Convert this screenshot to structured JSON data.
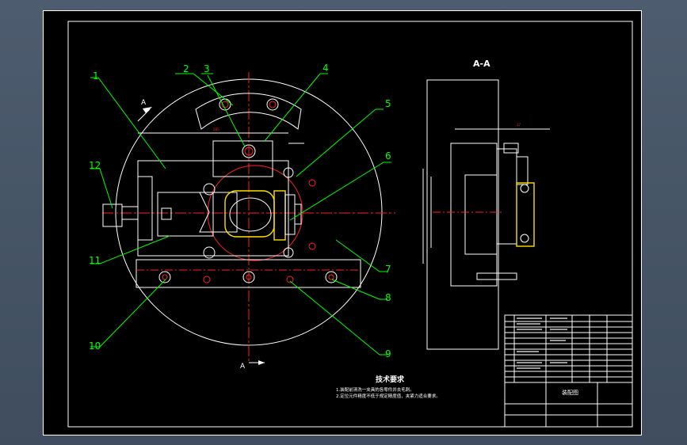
{
  "drawing": {
    "section_title": "A-A",
    "section_marks": [
      "A",
      "A"
    ],
    "balloons": [
      "1",
      "2",
      "3",
      "4",
      "5",
      "6",
      "7",
      "8",
      "9",
      "10",
      "11",
      "12"
    ],
    "tech_req_title": "技术要求",
    "tech_req_lines": [
      "1.装配前清洗一夹具的各零件并去毛刺。",
      "2.定位元件精度不低于规定精度值，夹紧力适合要求。"
    ],
    "title_block_name": "装配图",
    "colors": {
      "outline": "#ffffff",
      "leader": "#00ff00",
      "centerline": "#ff2020",
      "hidden": "#ffe000",
      "background": "#000000"
    }
  }
}
